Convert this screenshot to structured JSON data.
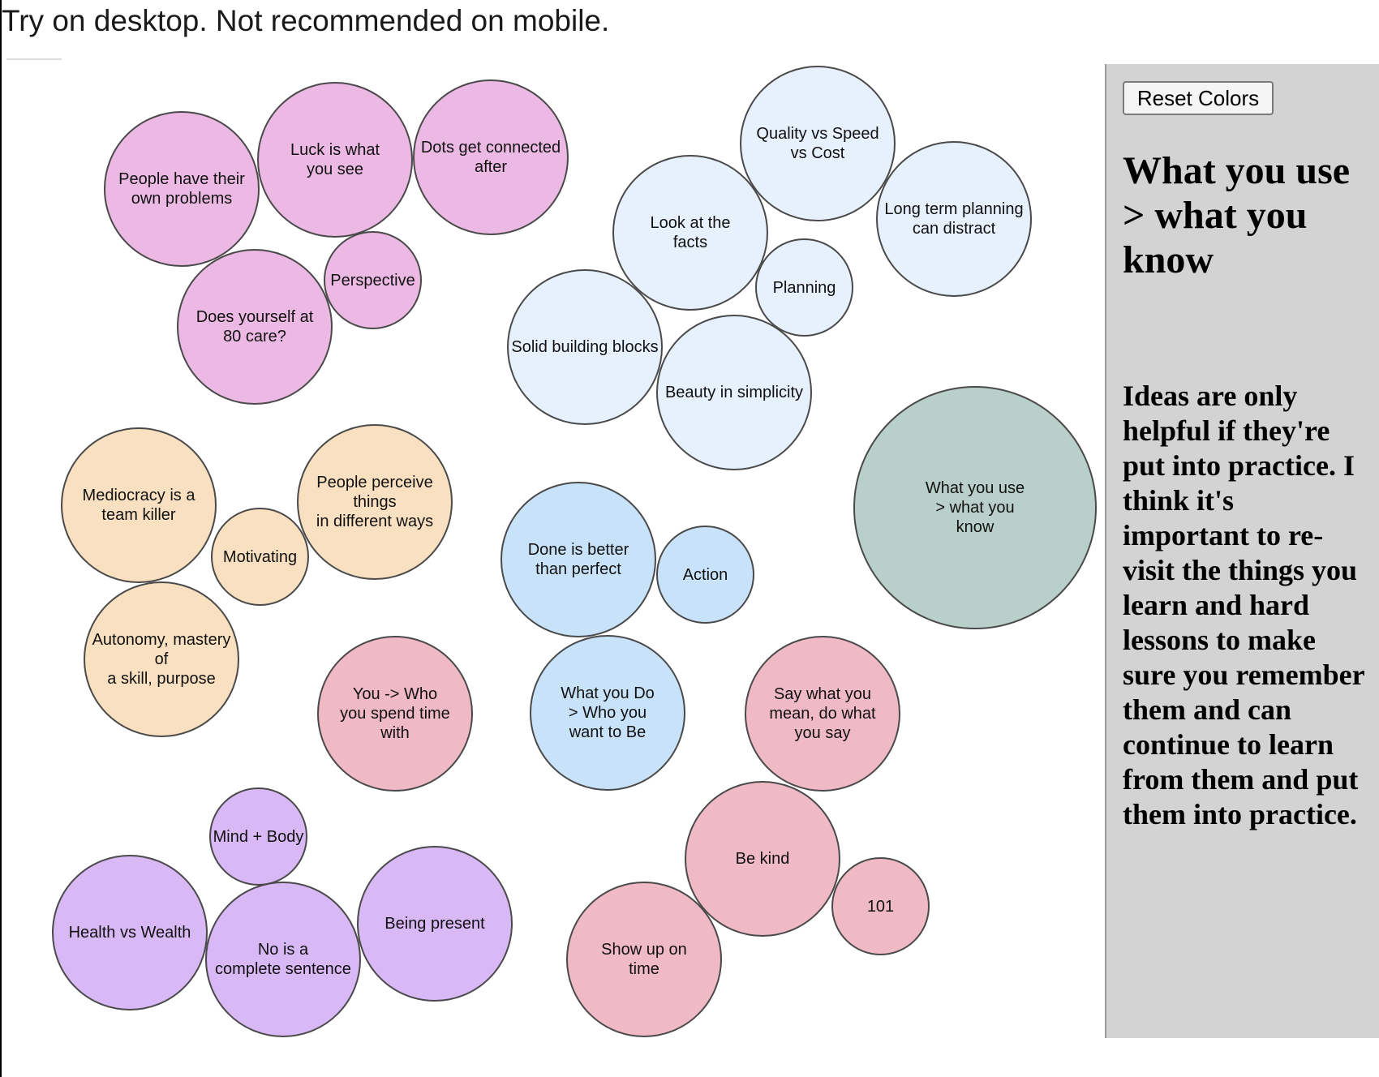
{
  "notice": "Try on desktop. Not recommended on mobile.",
  "sidebar": {
    "reset_label": "Reset Colors",
    "heading": "What you use > what you know",
    "description": "Ideas are only helpful if they're put into practice. I think it's important to re-visit the things you learn and hard lessons to make sure you remember them and can continue to learn from them and put them into practice."
  },
  "colors": {
    "pink": "#ecb9e4",
    "light_blue": "#e6f1fd",
    "peach": "#f9e0c0",
    "sky_blue": "#c8e2f9",
    "rose": "#efb9c5",
    "lavender": "#d9b8f6",
    "sage": "#b9cfca",
    "sidebar_bg": "#d3d3d3",
    "border": "#4a4a4a"
  },
  "bubbles": [
    {
      "id": "people-have-their-own-problems",
      "label": "People have their\nown problems",
      "color": "pink"
    },
    {
      "id": "luck-is-what-you-see",
      "label": "Luck is what\nyou see",
      "color": "pink"
    },
    {
      "id": "dots-get-connected-after",
      "label": "Dots get connected\nafter",
      "color": "pink"
    },
    {
      "id": "perspective",
      "label": "Perspective",
      "color": "pink"
    },
    {
      "id": "does-yourself-at-80-care",
      "label": "Does yourself at\n80 care?",
      "color": "pink"
    },
    {
      "id": "quality-vs-speed-vs-cost",
      "label": "Quality vs Speed\nvs Cost",
      "color": "light_blue"
    },
    {
      "id": "look-at-the-facts",
      "label": "Look at the\nfacts",
      "color": "light_blue"
    },
    {
      "id": "long-term-planning-can-distract",
      "label": "Long term planning\ncan distract",
      "color": "light_blue"
    },
    {
      "id": "planning",
      "label": "Planning",
      "color": "light_blue"
    },
    {
      "id": "solid-building-blocks",
      "label": "Solid building blocks",
      "color": "light_blue"
    },
    {
      "id": "beauty-in-simplicity",
      "label": "Beauty in simplicity",
      "color": "light_blue"
    },
    {
      "id": "what-you-use-what-you-know",
      "label": "What you use\n> what you\nknow",
      "color": "sage"
    },
    {
      "id": "mediocracy-is-a-team-killer",
      "label": "Mediocracy is a\nteam killer",
      "color": "peach"
    },
    {
      "id": "people-perceive-things",
      "label": "People perceive things\nin different ways",
      "color": "peach"
    },
    {
      "id": "motivating",
      "label": "Motivating",
      "color": "peach"
    },
    {
      "id": "autonomy-mastery-purpose",
      "label": "Autonomy, mastery of\na skill, purpose",
      "color": "peach"
    },
    {
      "id": "done-is-better-than-perfect",
      "label": "Done is better\nthan perfect",
      "color": "sky_blue"
    },
    {
      "id": "action",
      "label": "Action",
      "color": "sky_blue"
    },
    {
      "id": "what-you-do-who-you-want-to-be",
      "label": "What you Do\n> Who you\nwant to Be",
      "color": "sky_blue"
    },
    {
      "id": "you-who-you-spend-time-with",
      "label": "You -> Who\nyou spend time\nwith",
      "color": "rose"
    },
    {
      "id": "say-what-you-mean",
      "label": "Say what you\nmean, do what\nyou say",
      "color": "rose"
    },
    {
      "id": "be-kind",
      "label": "Be kind",
      "color": "rose"
    },
    {
      "id": "101",
      "label": "101",
      "color": "rose"
    },
    {
      "id": "show-up-on-time",
      "label": "Show up on\ntime",
      "color": "rose"
    },
    {
      "id": "mind-body",
      "label": "Mind + Body",
      "color": "lavender"
    },
    {
      "id": "health-vs-wealth",
      "label": "Health vs Wealth",
      "color": "lavender"
    },
    {
      "id": "no-is-a-complete-sentence",
      "label": "No is a\ncomplete sentence",
      "color": "lavender"
    },
    {
      "id": "being-present",
      "label": "Being present",
      "color": "lavender"
    }
  ]
}
